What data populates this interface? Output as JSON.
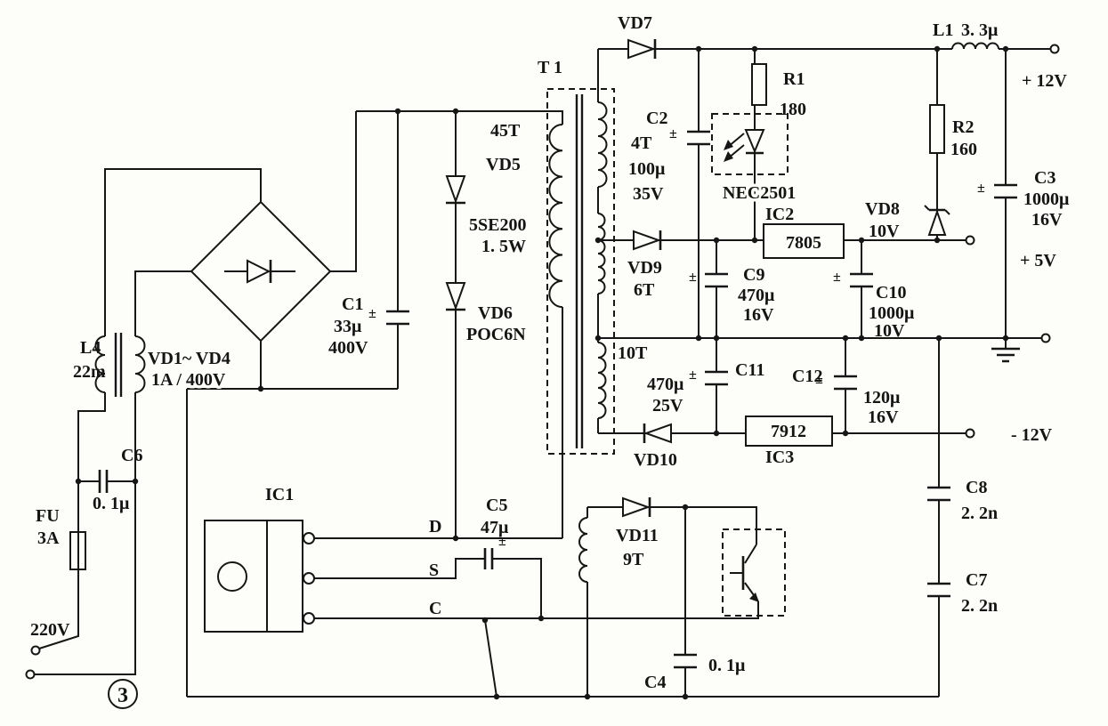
{
  "figure_number": "3",
  "symbols": {
    "polarity": "±"
  },
  "ac_input": {
    "voltage": "220V",
    "fuse_ref": "FU",
    "fuse_val": "3A",
    "choke_ref": "L4",
    "choke_val": "22m",
    "xcap_ref": "C6",
    "xcap_val": "0. 1μ",
    "bridge_ref": "VD1~ VD4",
    "bridge_val": "1A / 400V",
    "bulk_ref": "C1",
    "bulk_val1": "33μ",
    "bulk_val2": "400V"
  },
  "transformer": {
    "ref": "T 1",
    "primary_turns": "45T"
  },
  "primary": {
    "clamp1": "VD5",
    "clamp1_val1": "5SE200",
    "clamp1_val2": "1. 5W",
    "clamp2": "VD6",
    "clamp2_val": "POC6N",
    "ic_ref": "IC1",
    "pin_d": "D",
    "pin_s": "S",
    "pin_c": "C",
    "c5_ref": "C5",
    "c5_val": "47μ",
    "aux_diode": "VD11",
    "aux_turns": "9T",
    "c4_ref": "C4",
    "c4_val": "0. 1μ"
  },
  "rail_12v": {
    "diode": "VD7",
    "winding_turns": "4T",
    "c2_ref": "C2",
    "c2_val1": "100μ",
    "c2_val2": "35V",
    "r1_ref": "R1",
    "r1_val": "180",
    "l1_ref": "L1",
    "l1_val": "3. 3μ",
    "c3_ref": "C3",
    "c3_val1": "1000μ",
    "c3_val2": "16V",
    "terminal": "+ 12V"
  },
  "rail_5v": {
    "diode": "VD9",
    "winding_turns": "6T",
    "c9_ref": "C9",
    "c9_val1": "470μ",
    "c9_val2": "16V",
    "reg_ref": "IC2",
    "reg_part": "7805",
    "c10_ref": "C10",
    "c10_val1": "1000μ",
    "c10_val2": "10V",
    "zener_ref": "VD8",
    "zener_val": "10V",
    "r2_ref": "R2",
    "r2_val": "160",
    "terminal": "+ 5V"
  },
  "rail_neg12v": {
    "winding_turns": "10T",
    "diode": "VD10",
    "c11_ref": "C11",
    "c11_val1": "470μ",
    "c11_val2": "25V",
    "c12_ref": "C12",
    "c12_val1": "120μ",
    "c12_val2": "16V",
    "reg_ref": "IC3",
    "reg_part": "7912",
    "terminal": "- 12V"
  },
  "feedback": {
    "opto_part": "NEC2501"
  },
  "isolation_caps": {
    "c8_ref": "C8",
    "c8_val": "2. 2n",
    "c7_ref": "C7",
    "c7_val": "2. 2n"
  }
}
